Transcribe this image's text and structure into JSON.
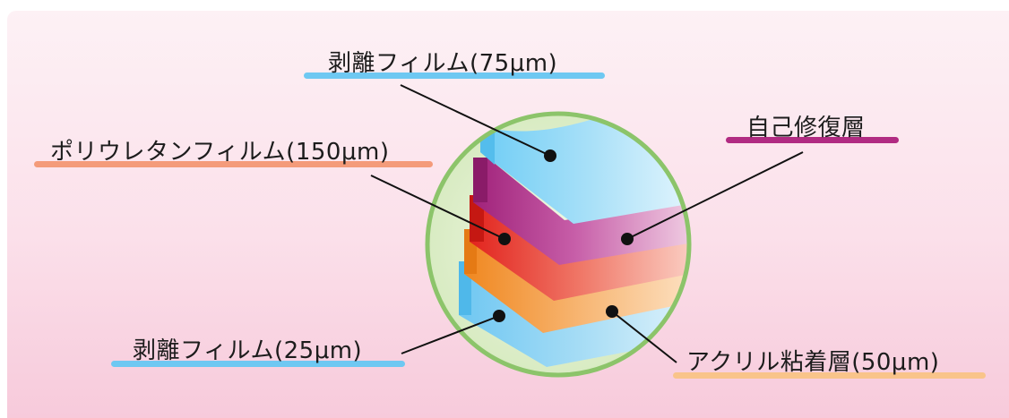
{
  "labels": {
    "release_film_75": "剥離フィルム(75μm)",
    "self_healing_layer": "自己修復層",
    "polyurethane_film": "ポリウレタンフィルム(150μm)",
    "release_film_25": "剥離フィルム(25μm)",
    "acrylic_adhesive": "アクリル粘着層(50μm)"
  },
  "colors": {
    "release_film": "#7fd3f6",
    "self_healing": "#b0287f",
    "polyurethane": "#ec3b2e",
    "adhesive": "#f6a43a",
    "circle_border": "#8cc46a",
    "underline_blue": "#6ec8f2",
    "underline_magenta": "#b12b82",
    "underline_salmon": "#f49b7a",
    "underline_orange": "#f9c48a"
  }
}
